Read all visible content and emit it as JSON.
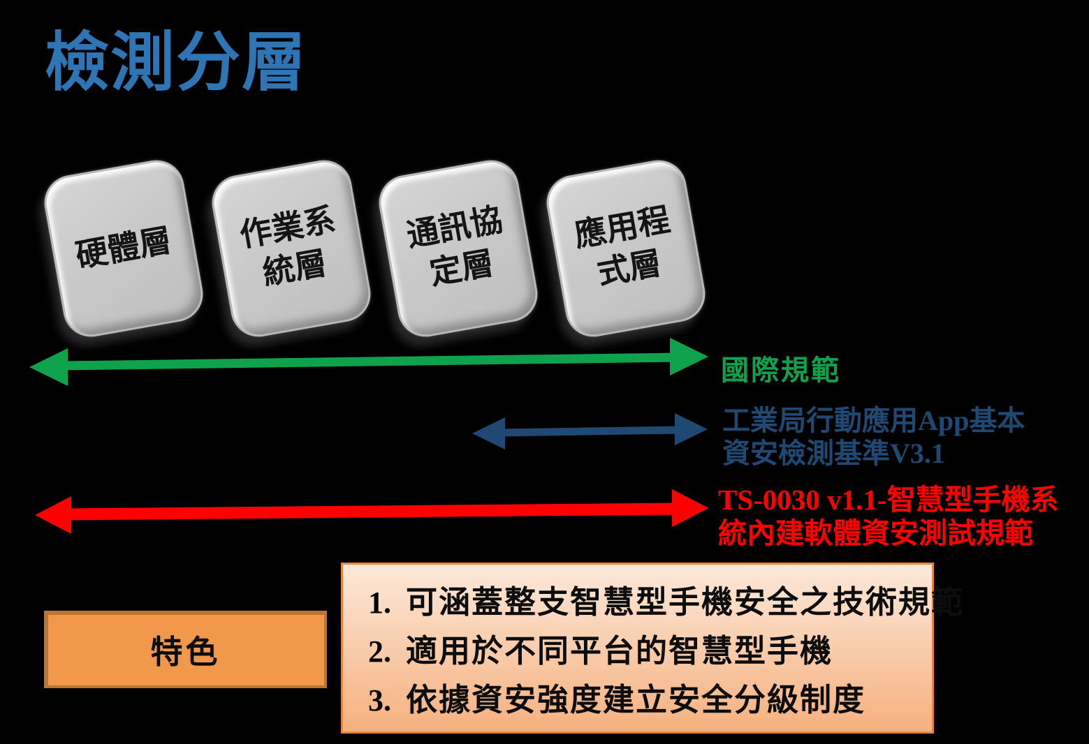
{
  "title": "檢測分層",
  "colors": {
    "title_blue": "#2E75B6",
    "box_gray": "#C9C9C9",
    "green": "#0FA24C",
    "navy": "#1F4973",
    "red": "#FF0000",
    "orange_fill": "#F2984A",
    "orange_border": "#BD762B",
    "panel_top": "#FCE9DA",
    "panel_bottom": "#F5B07E",
    "panel_border": "#E6873E"
  },
  "layers": {
    "items": [
      {
        "label": "硬體層"
      },
      {
        "label": "作業系統層"
      },
      {
        "label": "通訊協定層"
      },
      {
        "label": "應用程式層"
      }
    ]
  },
  "arrows": {
    "green": {
      "label": "國際規範"
    },
    "navy": {
      "label_lines": [
        "工業局行動應用App基本",
        "資安檢測基準V3.1"
      ]
    },
    "red": {
      "label_lines": [
        "TS-0030 v1.1-智慧型手機系",
        "統內建軟體資安測試規範"
      ]
    }
  },
  "features": {
    "header": "特色",
    "items": [
      {
        "num": "1.",
        "text": "可涵蓋整支智慧型手機安全之技術規範"
      },
      {
        "num": "2.",
        "text": "適用於不同平台的智慧型手機"
      },
      {
        "num": "3.",
        "text": "依據資安強度建立安全分級制度"
      }
    ]
  }
}
